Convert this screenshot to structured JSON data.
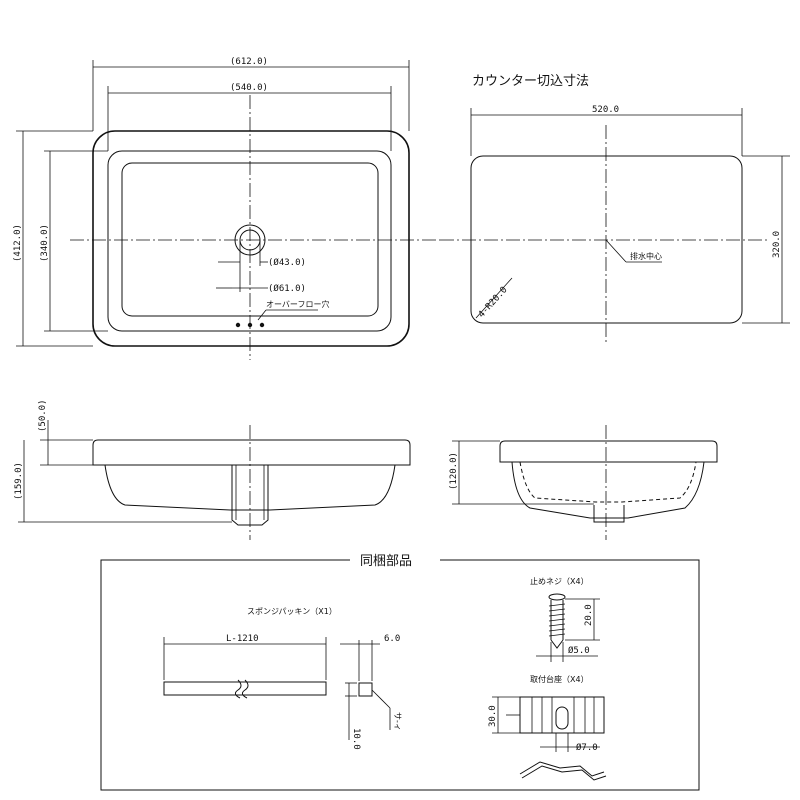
{
  "drawing": {
    "top_view": {
      "overall_width": "(612.0)",
      "bowl_width": "(540.0)",
      "overall_depth": "(412.0)",
      "bowl_depth": "(340.0)",
      "drain_dia_inner": "(Ø43.0)",
      "drain_dia_outer": "(Ø61.0)",
      "overflow_label": "オーバーフロー穴"
    },
    "cutout_view": {
      "title": "カウンター切込寸法",
      "width": "520.0",
      "depth": "320.0",
      "corner_radius": "4-R20.0",
      "drain_center_label": "排水中心"
    },
    "side_views": {
      "rim_height": "(50.0)",
      "total_height": "(159.0)",
      "bowl_height": "(120.0)"
    },
    "included_parts": {
      "title": "同梱部品",
      "sponge_packing": {
        "label": "スポンジパッキン（X1）",
        "length": "L-1210",
        "thickness": "6.0",
        "height": "10.0",
        "side_note": "サ-ィ"
      },
      "screw": {
        "label": "止めネジ（X4）",
        "length": "20.0",
        "dia": "Ø5.0"
      },
      "bracket": {
        "label": "取付台座（X4）",
        "height": "30.0",
        "hole": "Ø7.0"
      }
    }
  }
}
